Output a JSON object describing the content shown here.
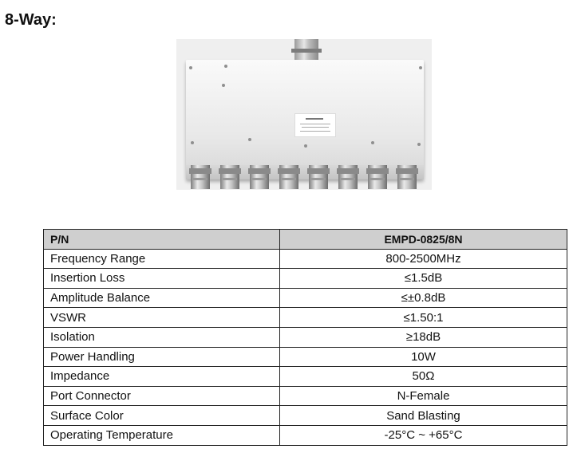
{
  "heading": "8-Way:",
  "table": {
    "header": {
      "label": "P/N",
      "value": "EMPD-0825/8N"
    },
    "rows": [
      {
        "label": "Frequency Range",
        "value": "800-2500MHz"
      },
      {
        "label": "Insertion Loss",
        "value": "≤1.5dB"
      },
      {
        "label": "Amplitude Balance",
        "value": "≤±0.8dB"
      },
      {
        "label": "VSWR",
        "value": "≤1.50:1"
      },
      {
        "label": "Isolation",
        "value": "≥18dB"
      },
      {
        "label": "Power Handling",
        "value": "10W"
      },
      {
        "label": "Impedance",
        "value": "50Ω"
      },
      {
        "label": "Port Connector",
        "value": "N-Female"
      },
      {
        "label": "Surface Color",
        "value": "Sand Blasting"
      },
      {
        "label": "Operating Temperature",
        "value": "-25°C ~ +65°C"
      }
    ]
  }
}
